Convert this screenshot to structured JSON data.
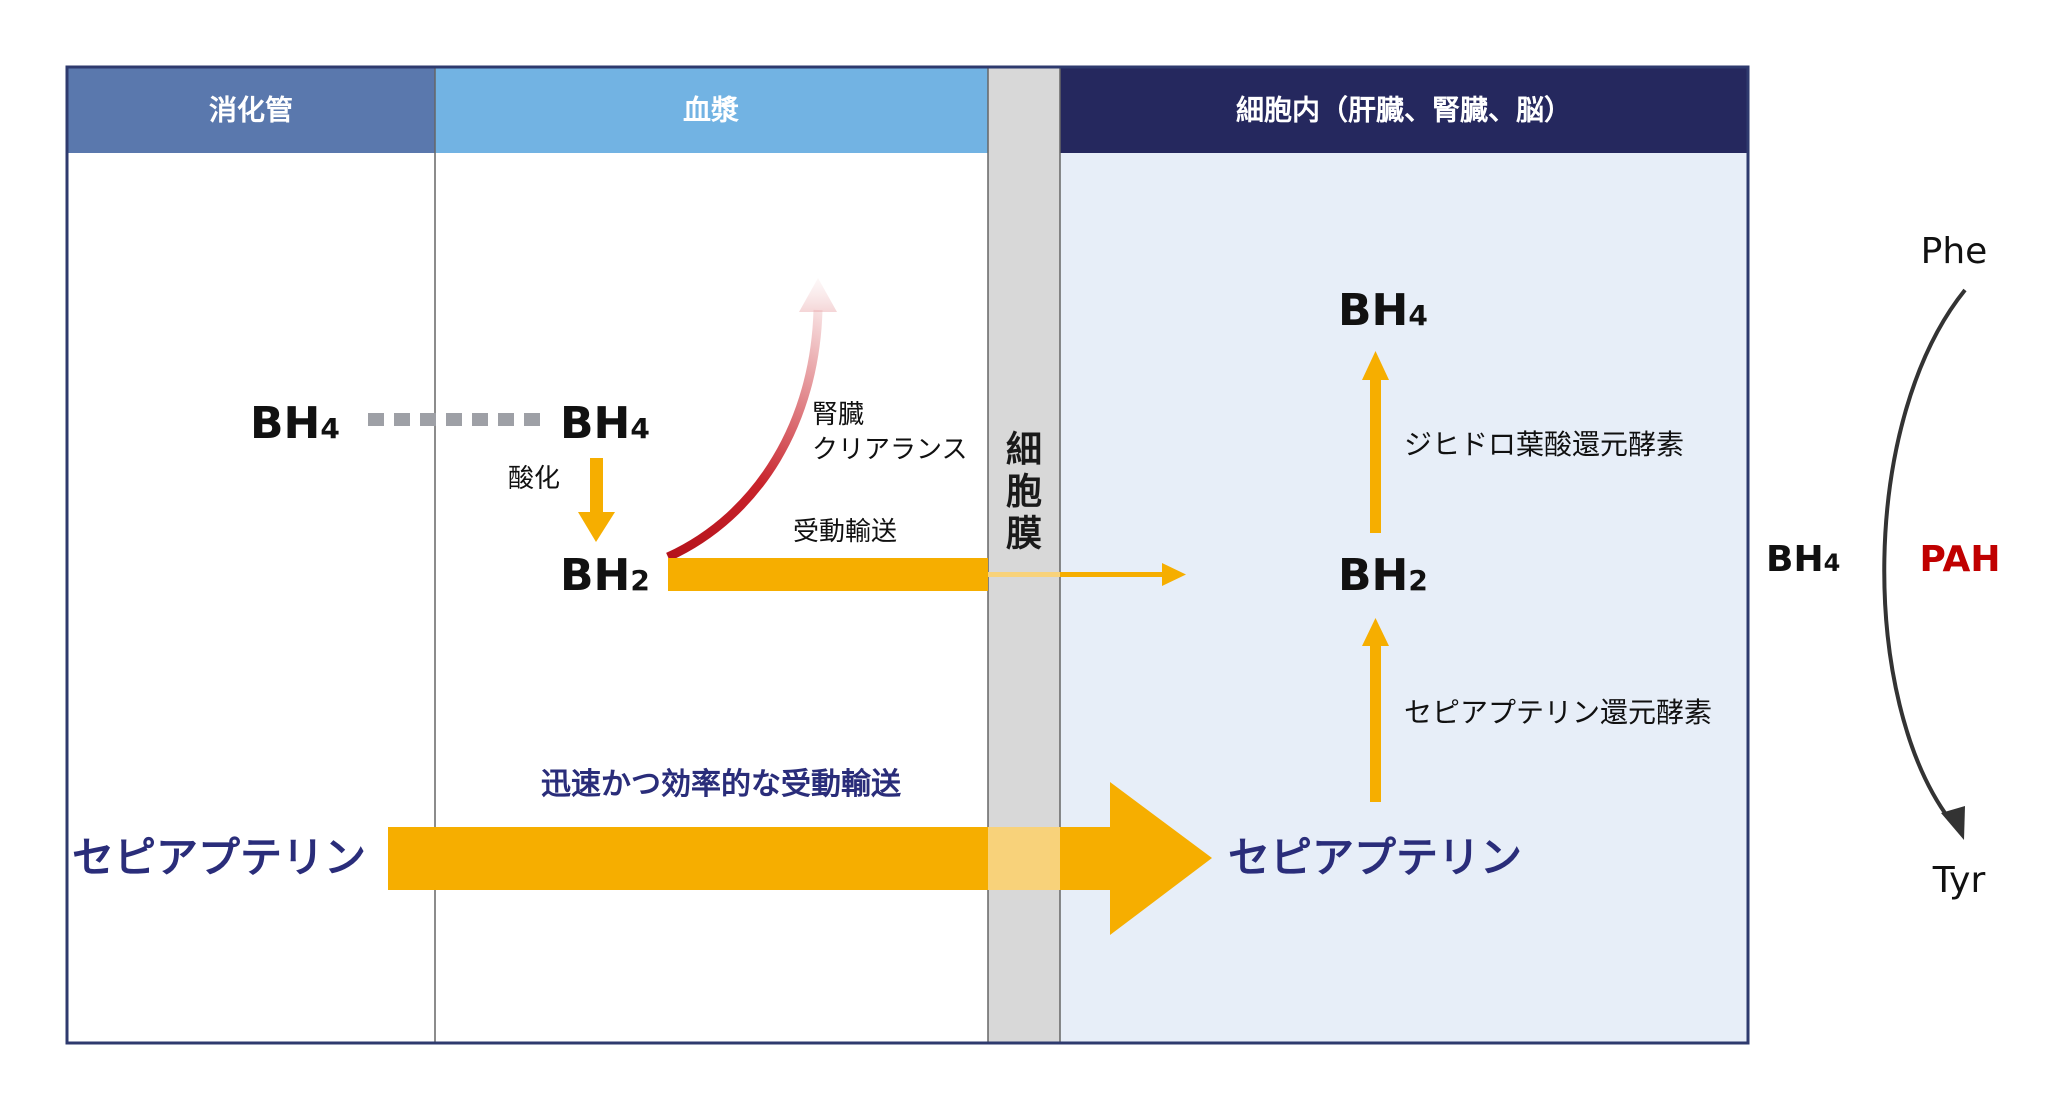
{
  "headers": {
    "gut": "消化管",
    "plasma": "血漿",
    "cell": "細胞内（肝臓、腎臓、脳）"
  },
  "membrane_label": [
    "細",
    "胞",
    "膜"
  ],
  "molecules": {
    "bh4_gut": {
      "base": "BH",
      "sub": "4"
    },
    "bh4_plasma": {
      "base": "BH",
      "sub": "4"
    },
    "bh2_plasma": {
      "base": "BH",
      "sub": "2"
    },
    "bh4_cell": {
      "base": "BH",
      "sub": "4"
    },
    "bh2_cell": {
      "base": "BH",
      "sub": "2"
    },
    "bh4_side": {
      "base": "BH",
      "sub": "4"
    },
    "sepiapterin_gut": "セピアプテリン",
    "sepiapterin_cell": "セピアプテリン"
  },
  "labels": {
    "oxidation": "酸化",
    "renal_clearance": [
      "腎臓",
      "クリアランス"
    ],
    "passive_transport": "受動輸送",
    "fast_transport": "迅速かつ効率的な受動輸送",
    "dhfr": "ジヒドロ葉酸還元酵素",
    "sepiapterin_reductase": "セピアプテリン還元酵素"
  },
  "side_reaction": {
    "substrate": "Phe",
    "product": "Tyr",
    "enzyme": "PAH"
  },
  "colors": {
    "header_gut": "#5A78AD",
    "header_plasma": "#72B3E3",
    "header_cell": "#25285E",
    "cell_bg": "#E7EEF8",
    "membrane": "#D8D8D8",
    "arrow_orange": "#F6AE00",
    "clearance_red": "#B5121B",
    "navy_text": "#2A2D7A",
    "pah_red": "#C00000",
    "dots_gray": "#9EA0A6"
  }
}
